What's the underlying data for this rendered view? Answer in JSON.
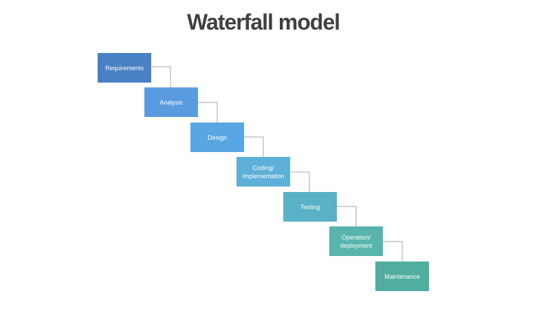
{
  "title": "Waterfall model",
  "steps": [
    {
      "label": "Requirements",
      "color": "#4a80c4"
    },
    {
      "label": "Analysis",
      "color": "#5a9be0"
    },
    {
      "label": "Design",
      "color": "#5aa6e3"
    },
    {
      "label": "Coding/ implementation",
      "color": "#5eb0d8"
    },
    {
      "label": "Testing",
      "color": "#58b1c4"
    },
    {
      "label": "Operation/ deployment",
      "color": "#58b5ad"
    },
    {
      "label": "Maintenance",
      "color": "#50aea0"
    }
  ],
  "connector_color": "#a6a6a6"
}
